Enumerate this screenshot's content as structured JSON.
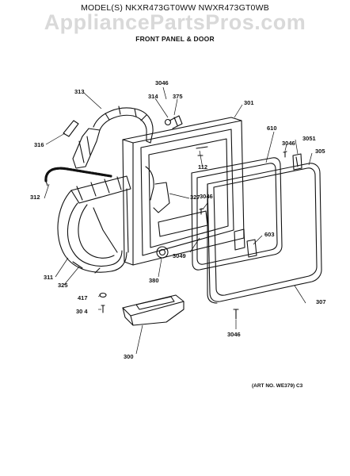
{
  "header": {
    "model_line": "MODEL(S) NKXR473GT0WW  NWXR473GT0WB",
    "watermark": "AppliancePartsPros.com",
    "section_title": "FRONT PANEL & DOOR"
  },
  "footer": {
    "art_number": "(ART NO. WE379) C3"
  },
  "parts": [
    {
      "id": "p313",
      "label": "313"
    },
    {
      "id": "p3046a",
      "label": "3046"
    },
    {
      "id": "p314",
      "label": "314"
    },
    {
      "id": "p375",
      "label": "375"
    },
    {
      "id": "p301",
      "label": "301"
    },
    {
      "id": "p610",
      "label": "610"
    },
    {
      "id": "p3046b",
      "label": "3046"
    },
    {
      "id": "p3051",
      "label": "3051"
    },
    {
      "id": "p305",
      "label": "305"
    },
    {
      "id": "p316",
      "label": "316"
    },
    {
      "id": "p112",
      "label": "112"
    },
    {
      "id": "p312",
      "label": "312"
    },
    {
      "id": "p327",
      "label": "327"
    },
    {
      "id": "p3046c",
      "label": "3046"
    },
    {
      "id": "p603",
      "label": "603"
    },
    {
      "id": "p3049",
      "label": "3049"
    },
    {
      "id": "p311",
      "label": "311"
    },
    {
      "id": "p325",
      "label": "325"
    },
    {
      "id": "p380",
      "label": "380"
    },
    {
      "id": "p417",
      "label": "417"
    },
    {
      "id": "p304",
      "label": "30 4"
    },
    {
      "id": "p307",
      "label": "307"
    },
    {
      "id": "p3046d",
      "label": "3046"
    },
    {
      "id": "p300",
      "label": "300"
    }
  ]
}
